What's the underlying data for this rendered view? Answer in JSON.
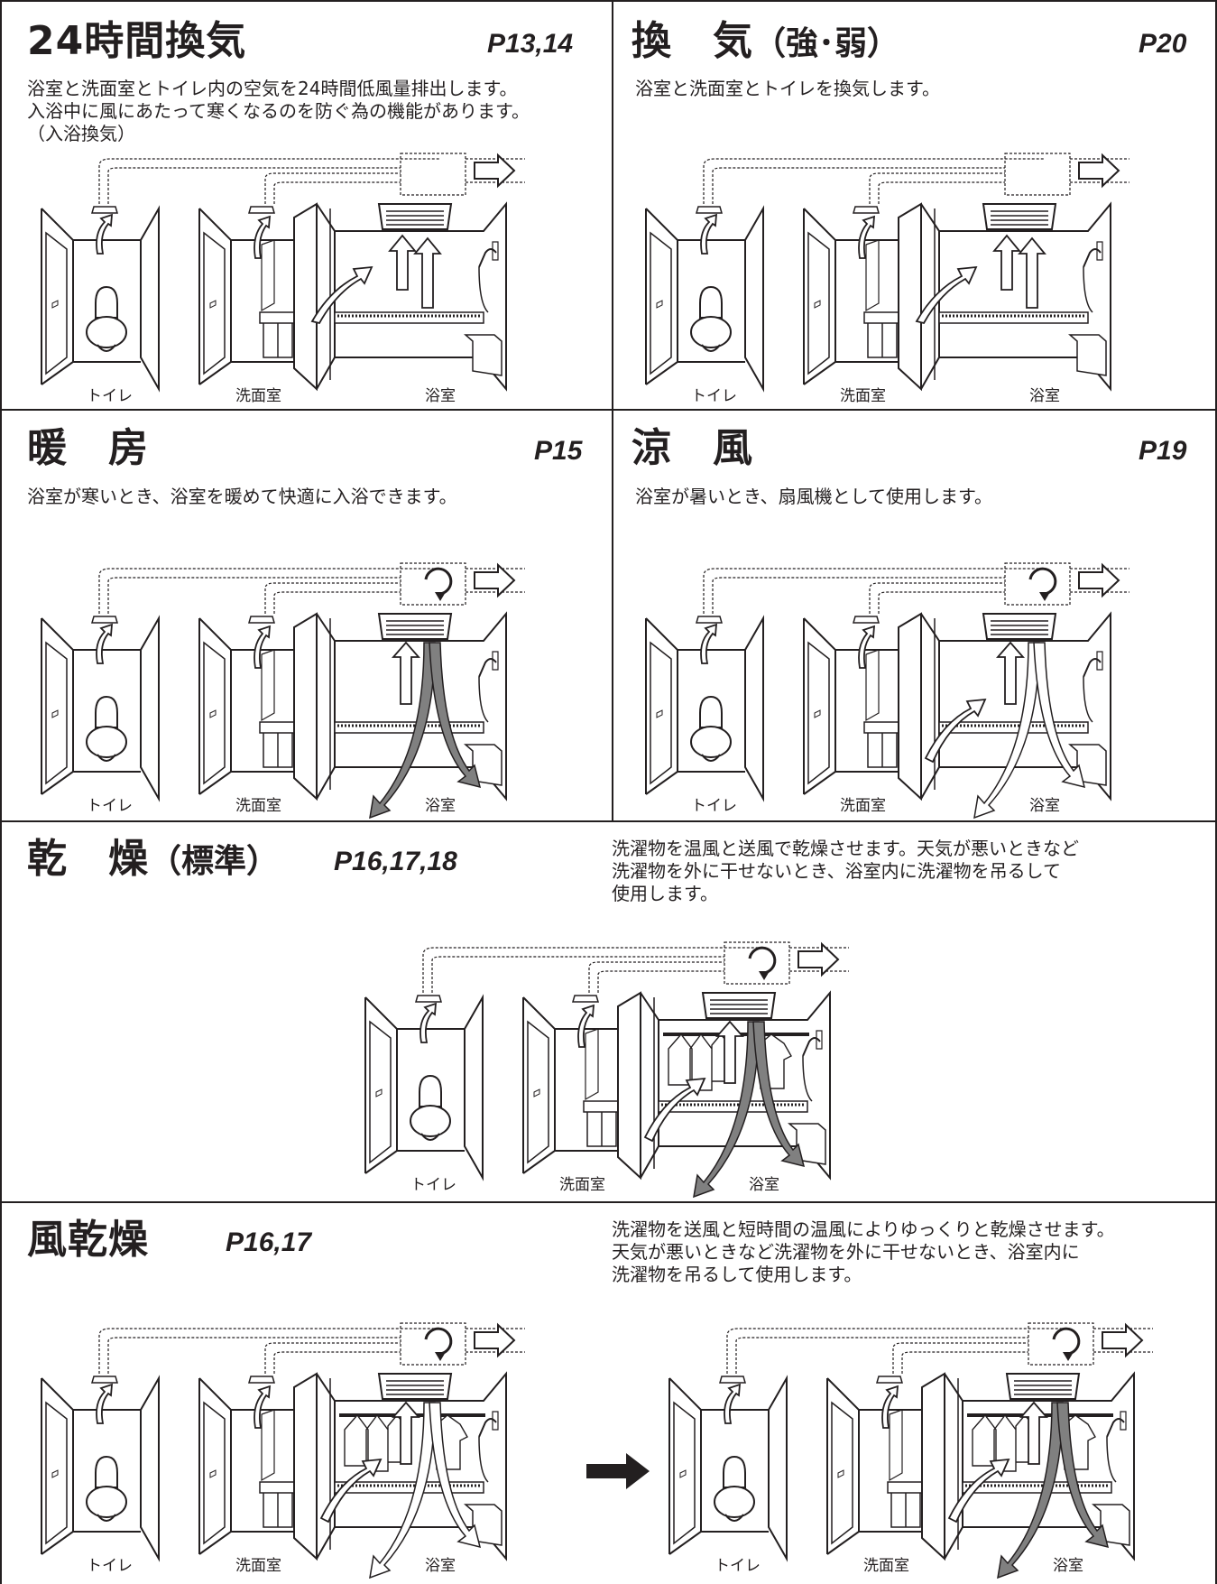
{
  "labels": {
    "toilet": "トイレ",
    "washroom": "洗面室",
    "bathroom": "浴室"
  },
  "sections": {
    "ventilation_24h": {
      "title": "24時間換気",
      "page_ref": "P13,14",
      "desc": [
        "浴室と洗面室とトイレ内の空気を24時間低風量排出します。",
        "入浴中に風にあたって寒くなるのを防ぐ為の機能があります。",
        "（入浴換気）"
      ]
    },
    "ventilation": {
      "title": "換　気",
      "title_sub": "（強･弱）",
      "page_ref": "P20",
      "desc": [
        "浴室と洗面室とトイレを換気します。"
      ]
    },
    "heating": {
      "title": "暖　房",
      "page_ref": "P15",
      "desc": [
        "浴室が寒いとき、浴室を暖めて快適に入浴できます。"
      ]
    },
    "cool_breeze": {
      "title": "涼　風",
      "page_ref": "P19",
      "desc": [
        "浴室が暑いとき、扇風機として使用します。"
      ]
    },
    "drying": {
      "title": "乾　燥",
      "title_sub": "（標準）",
      "page_ref": "P16,17,18",
      "desc": [
        "洗濯物を温風と送風で乾燥させます。天気が悪いときなど",
        "洗濯物を外に干せないとき、浴室内に洗濯物を吊るして",
        "使用します。"
      ]
    },
    "wind_drying": {
      "title": "風乾燥",
      "page_ref": "P16,17",
      "desc": [
        "洗濯物を送風と短時間の温風によりゆっくりと乾燥させます。",
        "天気が悪いときなど洗濯物を外に干せないとき、浴室内に",
        "洗濯物を吊るして使用します。"
      ]
    }
  },
  "colors": {
    "line": "#231f20",
    "warm_arrow": "#808080",
    "background": "#ffffff"
  }
}
